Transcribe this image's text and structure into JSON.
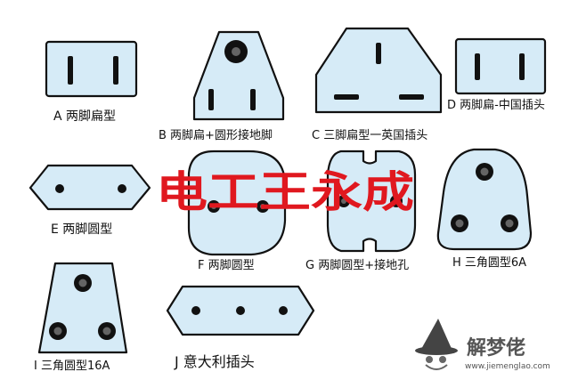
{
  "colors": {
    "plug_fill": "#d6ebf7",
    "outline": "#111111",
    "overlay_red": "#e0181f",
    "watermark_gray": "#555555"
  },
  "diagram": {
    "overlay_title": "电工王永成",
    "plugs": [
      {
        "id": "A",
        "label": "A 两脚扁型"
      },
      {
        "id": "B",
        "label": "B 两脚扁+圆形接地脚"
      },
      {
        "id": "C",
        "label": "C 三脚扁型一英国插头"
      },
      {
        "id": "D",
        "label": "D 两脚扁-中国插头"
      },
      {
        "id": "E",
        "label": "E 两脚圆型"
      },
      {
        "id": "F",
        "label": "F 两脚圆型"
      },
      {
        "id": "G",
        "label": "G 两脚圆型+接地孔"
      },
      {
        "id": "H",
        "label": "H 三角圆型6A"
      },
      {
        "id": "I",
        "label": "I 三角圆型16A"
      },
      {
        "id": "J",
        "label": "J 意大利插头"
      }
    ]
  },
  "watermark": {
    "brand": "解梦佬",
    "url": "www.jiemenglao.com",
    "icon": "wizard-hat-icon"
  }
}
